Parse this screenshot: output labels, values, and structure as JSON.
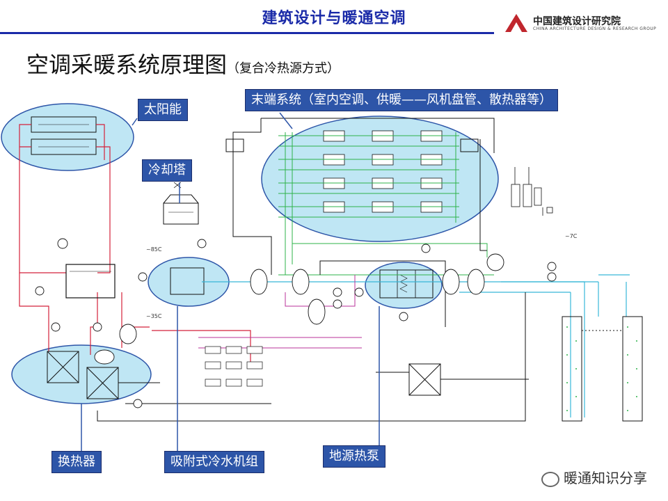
{
  "header": {
    "top_title": "建筑设计与暖通空调",
    "logo_cn": "中国建筑设计研究院",
    "logo_en": "CHINA ARCHITECTURE DESIGN & RESEARCH GROUP"
  },
  "title": {
    "main": "空调采暖系统原理图",
    "sub": "（复合冷热源方式）"
  },
  "callouts": {
    "solar": "太阳能",
    "cooling_tower": "冷却塔",
    "terminal": "末端系统（室内空调、供暖——风机盘管、散热器等）",
    "heat_exchanger": "换热器",
    "absorption_chiller": "吸附式冷水机组",
    "ground_source": "地源热泵"
  },
  "annotations": {
    "temp_85": "~85C",
    "temp_35": "~35C",
    "temp_7": "~7C"
  },
  "watermark": "暖通知识分享",
  "colors": {
    "title_blue": "#1a2aa8",
    "callout_bg": "#2d55a8",
    "ellipse_fill": "#bfe6f4",
    "pipe_red": "#d4213a",
    "pipe_green": "#2db34a",
    "pipe_cyan": "#37b7d8",
    "pipe_magenta": "#b8329a",
    "pipe_black": "#111111"
  }
}
